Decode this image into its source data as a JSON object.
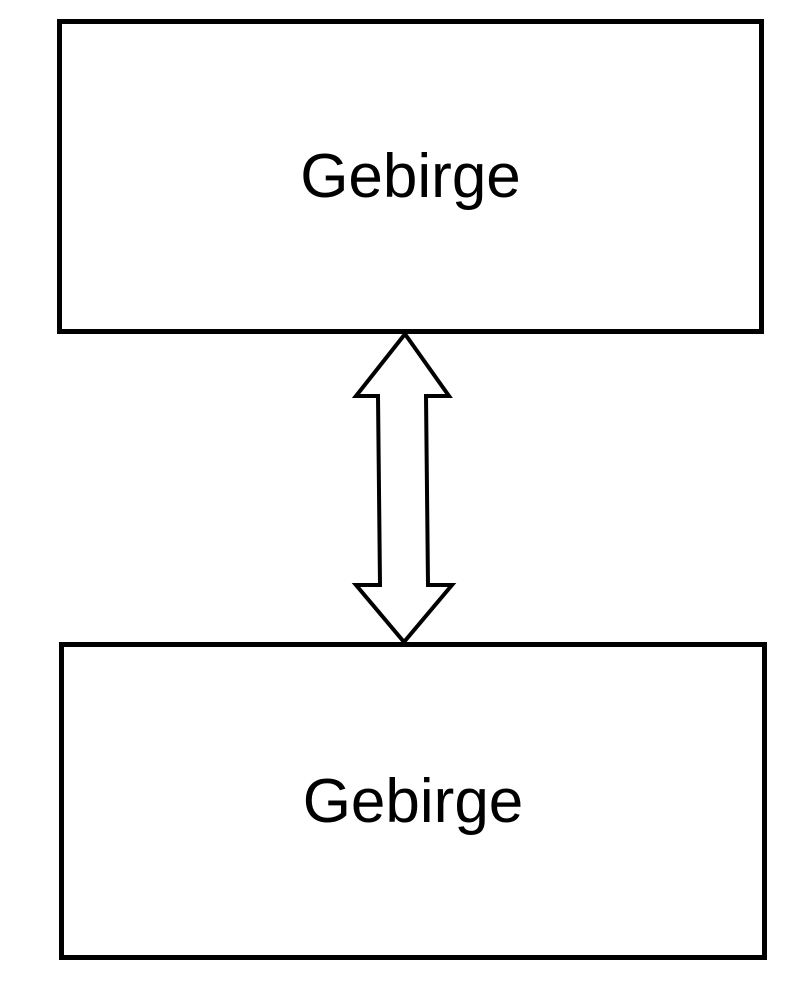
{
  "diagram": {
    "nodes": [
      {
        "id": "top",
        "label": "Gebirge"
      },
      {
        "id": "bottom",
        "label": "Gebirge"
      }
    ],
    "edges": [
      {
        "from": "top",
        "to": "bottom",
        "direction": "bidirectional",
        "style": "hollow-double-arrow"
      }
    ],
    "colors": {
      "stroke": "#000000",
      "background": "#ffffff"
    }
  }
}
